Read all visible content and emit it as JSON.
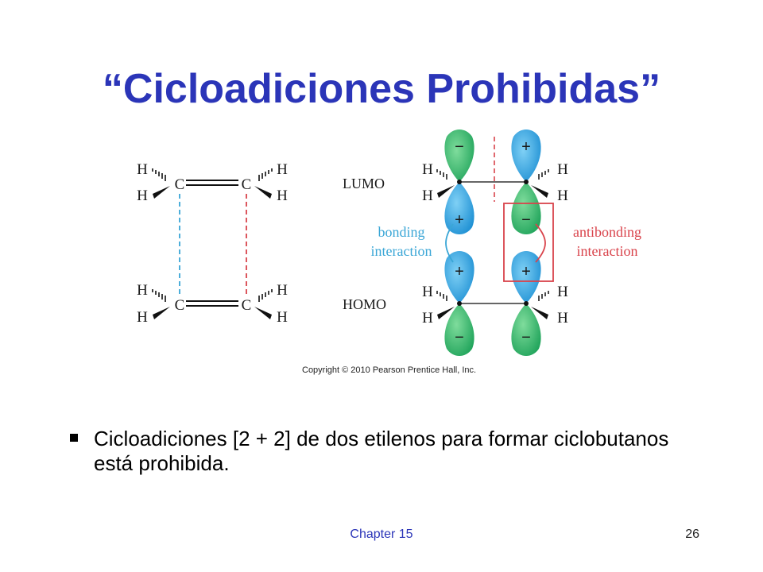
{
  "slide": {
    "title": "“Cicloadiciones Prohibidas”",
    "bullet": "Cicloadiciones [2 + 2] de dos etilenos para formar ciclobutanos está prohibida.",
    "footer_center": "Chapter 15",
    "page_number": "26"
  },
  "figure": {
    "atom_h": "H",
    "atom_c": "C",
    "lumo_label": "LUMO",
    "homo_label": "HOMO",
    "bonding_line1": "bonding",
    "bonding_line2": "interaction",
    "antibonding_line1": "antibonding",
    "antibonding_line2": "interaction",
    "plus": "+",
    "minus": "−",
    "copyright": "Copyright © 2010 Pearson Prentice Hall, Inc."
  },
  "colors": {
    "title": "#2b35b8",
    "lobe_green": "#1fa35a",
    "lobe_blue": "#1d8fd3",
    "bonding_cyan": "#3aa6d6",
    "antibonding_red": "#d9434b"
  }
}
